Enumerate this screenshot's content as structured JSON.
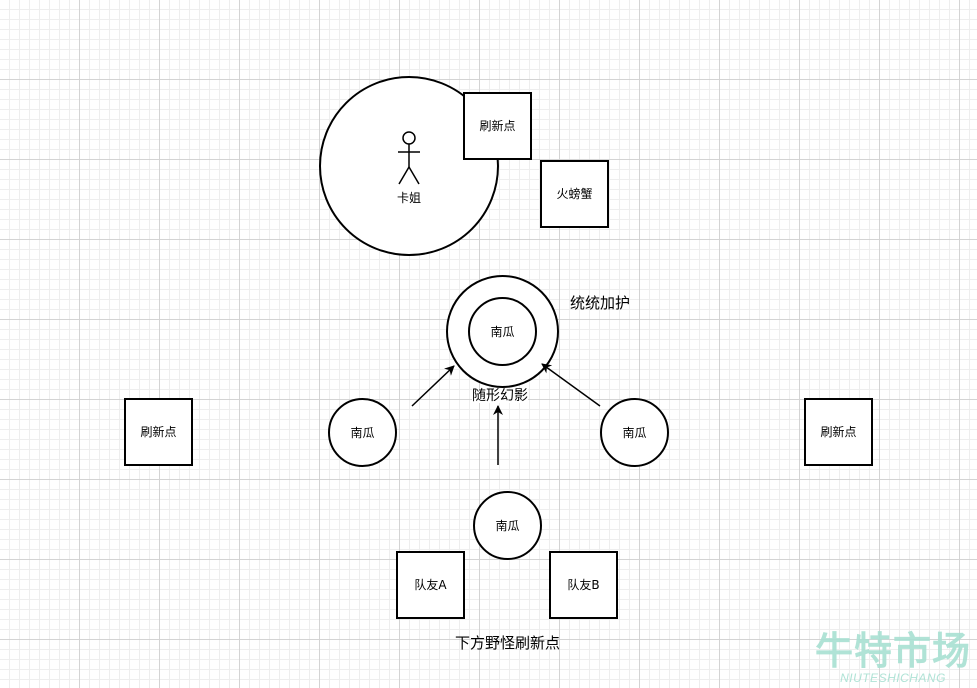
{
  "diagram": {
    "kajie_zone": {
      "stick_figure_icon": "person-stick-figure-icon",
      "label": "卡姐",
      "spawn_label": "刷新点",
      "monster_label": "火螃蟹"
    },
    "center": {
      "shield_label": "统统加护",
      "center_pumpkin_label": "南瓜",
      "mirror_image_label": "随形幻影"
    },
    "pumpkins": {
      "left_label": "南瓜",
      "right_label": "南瓜",
      "bottom_label": "南瓜"
    },
    "spawns": {
      "left_label": "刷新点",
      "right_label": "刷新点"
    },
    "teammates": {
      "a_label": "队友A",
      "b_label": "队友B"
    },
    "bottom_caption": "下方野怪刷新点"
  },
  "watermark": {
    "title": "牛特市场",
    "subtitle": "NIUTESHICHANG",
    "color": "#a8e0d2"
  },
  "colors": {
    "stroke": "#000000",
    "grid_major": "#d4d4d4",
    "grid_minor": "#eeeeee"
  }
}
